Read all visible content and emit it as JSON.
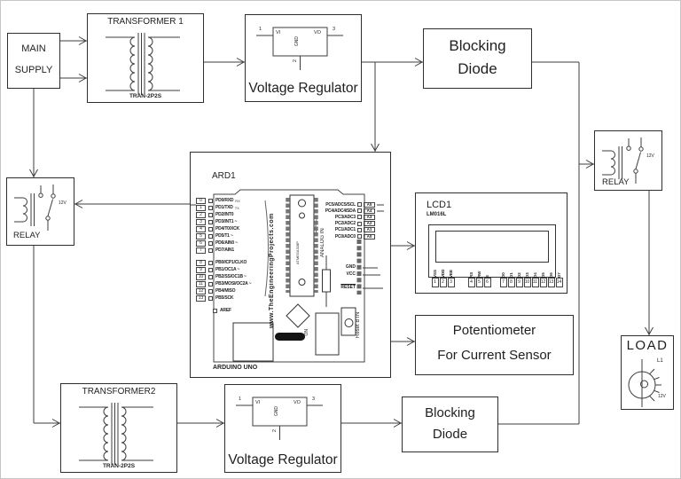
{
  "diagram": {
    "line_color": "#3d3d3d",
    "main_supply": {
      "line1": "MAIN",
      "line2": "SUPPLY"
    },
    "transformer1": {
      "title": "TRANSFORMER 1",
      "part": "TRAN-2P2S"
    },
    "transformer2": {
      "title": "TRANSFORMER2",
      "part": "TRAN-2P2S"
    },
    "vreg_top": {
      "label": "Voltage Regulator",
      "vi": "VI",
      "vo": "VO",
      "gnd": "GND",
      "p1": "1",
      "p2": "2",
      "p3": "3"
    },
    "vreg_bottom": {
      "label": "Voltage Regulator",
      "vi": "VI",
      "vo": "VO",
      "gnd": "GND",
      "p1": "1",
      "p2": "2",
      "p3": "3"
    },
    "blocking_diode_top": {
      "line1": "Blocking",
      "line2": "Diode"
    },
    "blocking_diode_bottom": {
      "line1": "Blocking",
      "line2": "Diode"
    },
    "relay_left": {
      "label": "RELAY",
      "voltage": "12V"
    },
    "relay_right": {
      "label": "RELAY",
      "voltage": "12V"
    },
    "potentiometer": {
      "line1": "Potentiometer",
      "line2": "For Current Sensor"
    },
    "load": {
      "title": "LOAD",
      "ref": "L1",
      "voltage": "12V"
    },
    "lcd": {
      "ref": "LCD1",
      "part": "LM016L",
      "group1": [
        {
          "n": "1",
          "label": "VSS"
        },
        {
          "n": "2",
          "label": "VDD"
        },
        {
          "n": "3",
          "label": "VEE"
        }
      ],
      "group2": [
        {
          "n": "4",
          "label": "RS"
        },
        {
          "n": "5",
          "label": "RW"
        },
        {
          "n": "6",
          "label": "E"
        }
      ],
      "group3": [
        {
          "n": "7",
          "label": "D0"
        },
        {
          "n": "8",
          "label": "D1"
        },
        {
          "n": "9",
          "label": "D2"
        },
        {
          "n": "10",
          "label": "D3"
        },
        {
          "n": "11",
          "label": "D4"
        },
        {
          "n": "12",
          "label": "D5"
        },
        {
          "n": "13",
          "label": "D6"
        },
        {
          "n": "14",
          "label": "D7"
        }
      ]
    },
    "arduino": {
      "ref": "ARD1",
      "board_label": "ARDUINO UNO",
      "watermark": "www.TheEngineeringProjects.com",
      "chip": "ATMEGA328P",
      "analog_header": "ANALOG IN",
      "aref": "AREF",
      "on_label": "ON",
      "reset_button": "Reset BTN",
      "gnd": "GND",
      "vcc": "VCC",
      "reset": "RESET",
      "digital_low": [
        {
          "n": "0",
          "label": "PD0/RXD",
          "tag": "RX"
        },
        {
          "n": "1",
          "label": "PD1/TXD",
          "tag": "TX"
        },
        {
          "n": "2",
          "label": "PD2/INT0"
        },
        {
          "n": "3",
          "label": "PD3/INT1 ~"
        },
        {
          "n": "4",
          "label": "PD4/T0/XCK"
        },
        {
          "n": "5",
          "label": "PD5/T1 ~"
        },
        {
          "n": "6",
          "label": "PD6/AIN0 ~"
        },
        {
          "n": "7",
          "label": "PD7/AIN1"
        }
      ],
      "digital_high": [
        {
          "n": "8",
          "label": "PB0/ICP1/CLKO"
        },
        {
          "n": "9",
          "label": "PB1/OC1A ~"
        },
        {
          "n": "10",
          "label": "PB2/SS/OC1B ~"
        },
        {
          "n": "11",
          "label": "PB3/MOSI/OC2A ~"
        },
        {
          "n": "12",
          "label": "PB4/MISO"
        },
        {
          "n": "13",
          "label": "PB5/SCK"
        }
      ],
      "analog": [
        {
          "label": "PC5/ADC5/SCL",
          "pin": "A5"
        },
        {
          "label": "PC4/ADC4/SDA",
          "pin": "A4"
        },
        {
          "label": "PC3/ADC3",
          "pin": "A3"
        },
        {
          "label": "PC2/ADC2",
          "pin": "A2"
        },
        {
          "label": "PC1/ADC1",
          "pin": "A1"
        },
        {
          "label": "PC0/ADC0",
          "pin": "A0"
        }
      ]
    }
  }
}
